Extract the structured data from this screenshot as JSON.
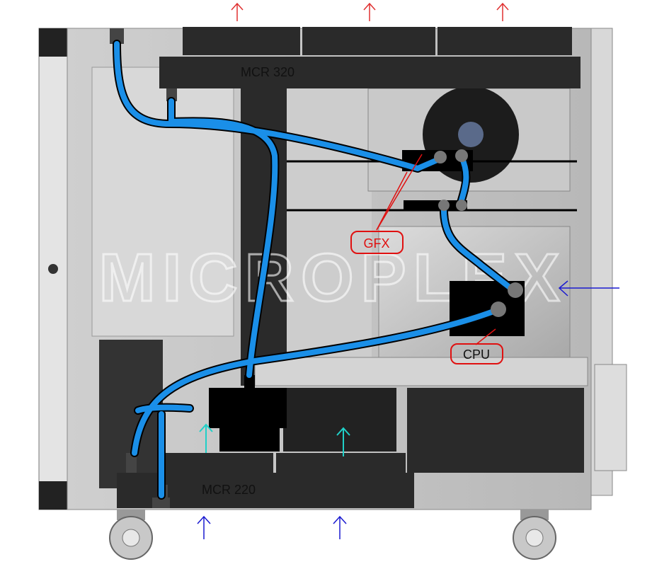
{
  "watermark": "MICROPLEX",
  "radiators": {
    "top": {
      "label": "MCR 320"
    },
    "bottom": {
      "label": "MCR 220"
    }
  },
  "callouts": {
    "gfx": {
      "label": "GFX"
    },
    "cpu": {
      "label": "CPU"
    }
  },
  "colors": {
    "tubing": "#1a8fe8",
    "exhaust_arrow": "#e03030",
    "intake_arrow": "#1a1ad0",
    "internal_arrow": "#20d0c8",
    "callout": "#e01010",
    "block": "#000000",
    "radiator": "#2a2a2a"
  }
}
